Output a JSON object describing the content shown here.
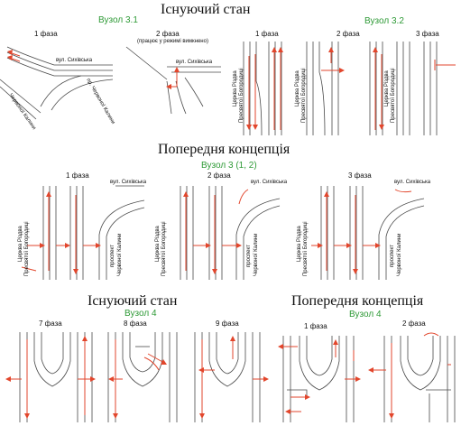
{
  "sections": {
    "existing": "Існуючий стан",
    "concept": "Попередня концепція"
  },
  "nodes": {
    "n31": "Вузол 3.1",
    "n32": "Вузол 3.2",
    "n3": "Вузол 3 (1, 2)",
    "n4a": "Вузол 4",
    "n4b": "Вузол 4"
  },
  "phases": {
    "p1": "1 фаза",
    "p2": "2 фаза",
    "p3": "3 фаза",
    "p7": "7 фаза",
    "p8": "8 фаза",
    "p9": "9 фаза"
  },
  "notes": {
    "warning_mode": "(працює у режимі вимкнено)"
  },
  "streets": {
    "sykhivska": "вул. Сихівська",
    "chervonoi_kalyny_pr": "пр. Червоної Калини",
    "chervonoi_kalyny": "Червоної Калини",
    "prospekt": "проспект",
    "tserkva_line1": "Церква Різдва",
    "tserkva_line2": "Пресвятої Богородиці"
  },
  "colors": {
    "arrow": "#e2462c",
    "green": "#2e9a36",
    "line": "#4a4a4a"
  }
}
